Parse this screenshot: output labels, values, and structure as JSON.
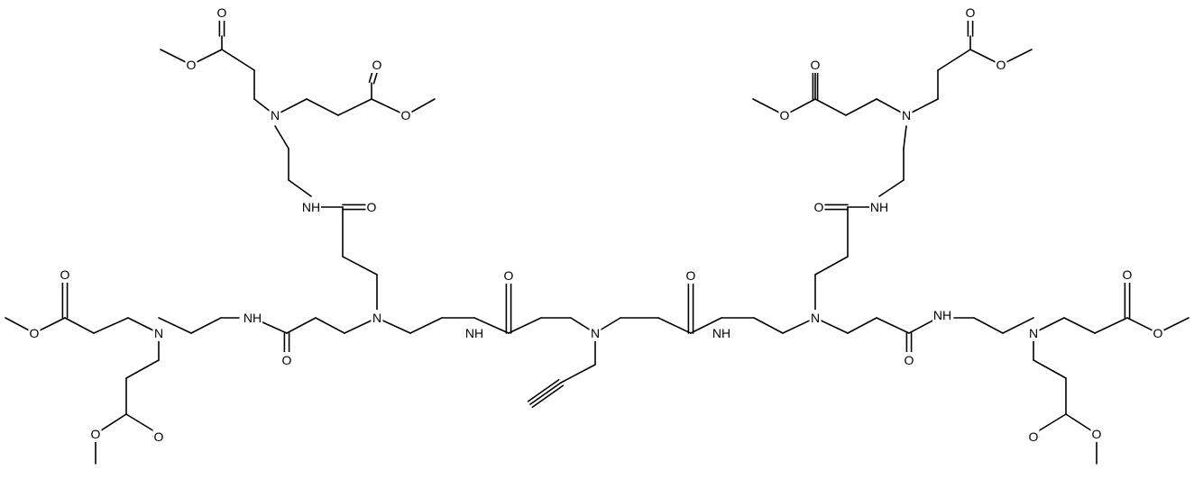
{
  "labels": {
    "nitrogen": "N",
    "amide_nh": "NH",
    "oxygen": "O"
  }
}
